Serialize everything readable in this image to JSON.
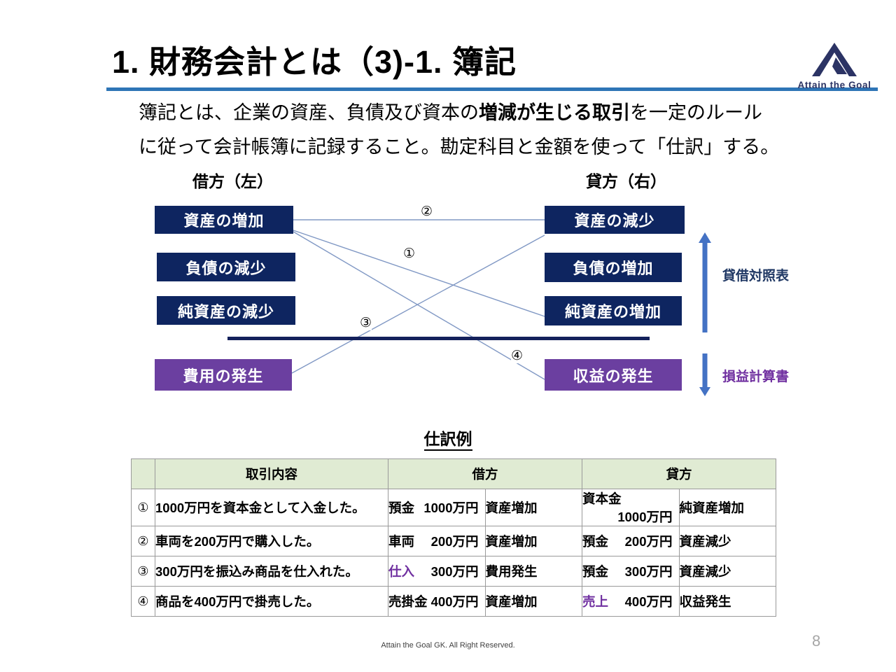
{
  "slide": {
    "title": "1. 財務会計とは（3)-1. 簿記",
    "page_number": "8",
    "footer": "Attain the Goal GK. All Right  Reserved.",
    "accent_rule_color": "#2E75B6"
  },
  "logo": {
    "name": "attain-the-goal-logo",
    "text": "Attain the Goal",
    "color": "#2B3364"
  },
  "lead": {
    "line1_pre": "簿記とは、企業の資産、負債及び資本の",
    "line1_emphasis": "増減が生じる取引",
    "line1_post": "を一定のルール",
    "line2": "に従って会計帳簿に記録すること。勘定科目と金額を使って「仕訳」する。"
  },
  "diagram": {
    "debit_heading": "借方（左）",
    "credit_heading": "貸方（右）",
    "colors": {
      "navy": "#0E2560",
      "purple": "#6B3FA0",
      "connector": "#8098C4",
      "divider": "#14215B",
      "arrow": "#4472C4"
    },
    "left_items": [
      {
        "label": "資産の増加",
        "type": "navy"
      },
      {
        "label": "負債の減少",
        "type": "navy"
      },
      {
        "label": "純資産の減少",
        "type": "navy"
      },
      {
        "label": "費用の発生",
        "type": "purple"
      }
    ],
    "right_items": [
      {
        "label": "資産の減少",
        "type": "navy"
      },
      {
        "label": "負債の増加",
        "type": "navy"
      },
      {
        "label": "純資産の増加",
        "type": "navy"
      },
      {
        "label": "収益の発生",
        "type": "purple"
      }
    ],
    "links": [
      {
        "id": "①",
        "from": "資産の増加",
        "to": "純資産の増加"
      },
      {
        "id": "②",
        "from": "資産の増加",
        "to": "資産の減少"
      },
      {
        "id": "③",
        "from": "費用の発生",
        "to": "資産の減少"
      },
      {
        "id": "④",
        "from": "資産の増加",
        "to": "収益の発生"
      }
    ],
    "statement_labels": {
      "balance_sheet": "貸借対照表",
      "income_statement": "損益計算書"
    }
  },
  "journal": {
    "title": "仕訳例",
    "headers": {
      "description": "取引内容",
      "debit": "借方",
      "credit": "貸方"
    },
    "rows": [
      {
        "no": "①",
        "description": "1000万円を資本金として入金した。",
        "debit_account": "預金",
        "debit_amount": "1000万円",
        "debit_effect": "資産増加",
        "debit_highlight": false,
        "credit_account": "資本金",
        "credit_amount": "1000万円",
        "credit_effect": "純資産増加",
        "credit_highlight": false
      },
      {
        "no": "②",
        "description": "車両を200万円で購入した。",
        "debit_account": "車両",
        "debit_amount": "200万円",
        "debit_effect": "資産増加",
        "debit_highlight": false,
        "credit_account": "預金",
        "credit_amount": "200万円",
        "credit_effect": "資産減少",
        "credit_highlight": false
      },
      {
        "no": "③",
        "description": "300万円を振込み商品を仕入れた。",
        "debit_account": "仕入",
        "debit_amount": "300万円",
        "debit_effect": "費用発生",
        "debit_highlight": true,
        "credit_account": "預金",
        "credit_amount": "300万円",
        "credit_effect": "資産減少",
        "credit_highlight": false
      },
      {
        "no": "④",
        "description": "商品を400万円で掛売した。",
        "debit_account": "売掛金",
        "debit_amount": "400万円",
        "debit_effect": "資産増加",
        "debit_highlight": false,
        "credit_account": "売上",
        "credit_amount": "400万円",
        "credit_effect": "収益発生",
        "credit_highlight": true
      }
    ]
  }
}
